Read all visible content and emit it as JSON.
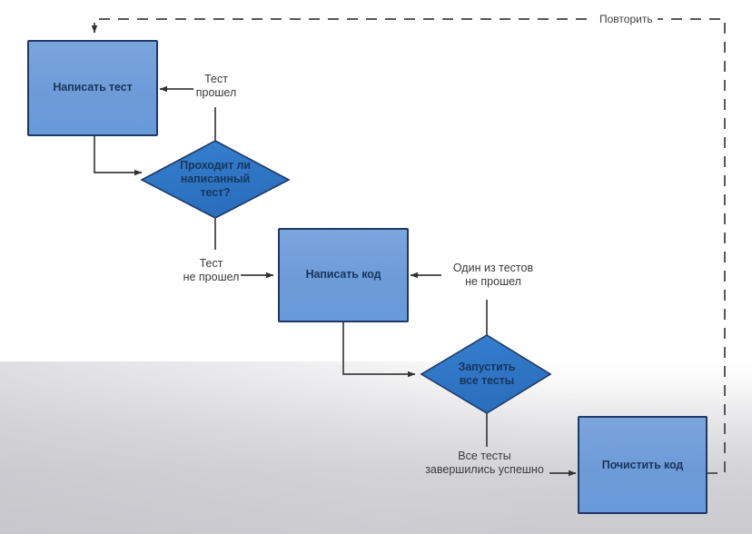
{
  "diagram": {
    "title": "TDD flow diagram",
    "colors": {
      "process_fill": "#6e9bd8",
      "process_stroke": "#1f3864",
      "decision_fill": "#2e75c4",
      "decision_stroke": "#1f3864",
      "connector": "#404040",
      "loop_line": "#595959",
      "node_text": "#16365c",
      "edge_text": "#3a3a3a",
      "background": "#ffffff"
    },
    "nodes": [
      {
        "id": "write-test",
        "shape": "process",
        "label": "Написать тест"
      },
      {
        "id": "test-passes",
        "shape": "decision",
        "label": "Проходит ли\nнаписанный\nтест?"
      },
      {
        "id": "write-code",
        "shape": "process",
        "label": "Написать код"
      },
      {
        "id": "run-tests",
        "shape": "decision",
        "label": "Запустить\nвсе тесты"
      },
      {
        "id": "clean-code",
        "shape": "process",
        "label": "Почистить код"
      }
    ],
    "edge_labels": [
      {
        "id": "test-passed",
        "label": "Тест\nпрошел"
      },
      {
        "id": "test-failed",
        "label": "Тест\nне прошел"
      },
      {
        "id": "one-test-failed",
        "label": "Один из тестов\nне прошел"
      },
      {
        "id": "all-tests-passed",
        "label": "Все тесты\nзавершились успешно"
      }
    ],
    "loop": {
      "id": "repeat",
      "label": "Повторить",
      "style": "dashed"
    }
  }
}
